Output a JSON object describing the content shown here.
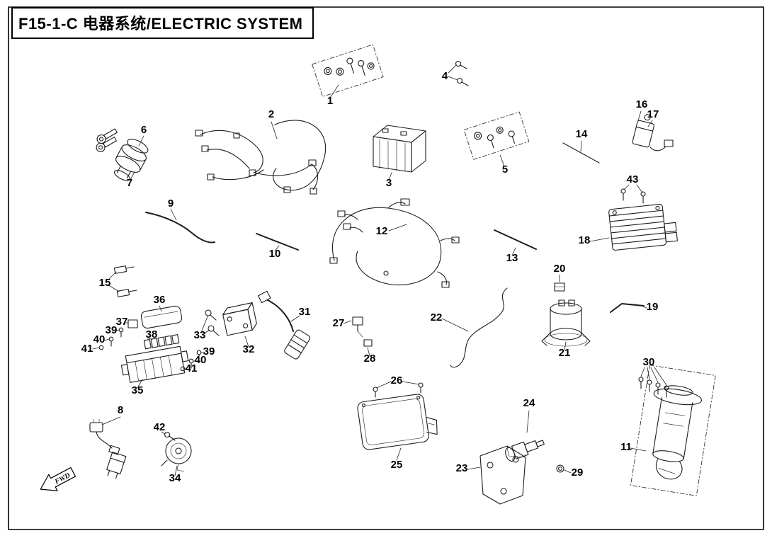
{
  "title": {
    "label": "F15-1-C  电器系统/ELECTRIC SYSTEM"
  },
  "fwd_label": "FWD",
  "part_numbers": [
    "1",
    "2",
    "3",
    "4",
    "5",
    "6",
    "7",
    "8",
    "9",
    "10",
    "11",
    "12",
    "13",
    "14",
    "15",
    "16",
    "17",
    "18",
    "19",
    "20",
    "21",
    "22",
    "23",
    "24",
    "25",
    "26",
    "27",
    "28",
    "29",
    "30",
    "31",
    "32",
    "33",
    "34",
    "35",
    "36",
    "37",
    "38",
    "39",
    "40",
    "41",
    "42",
    "43"
  ]
}
